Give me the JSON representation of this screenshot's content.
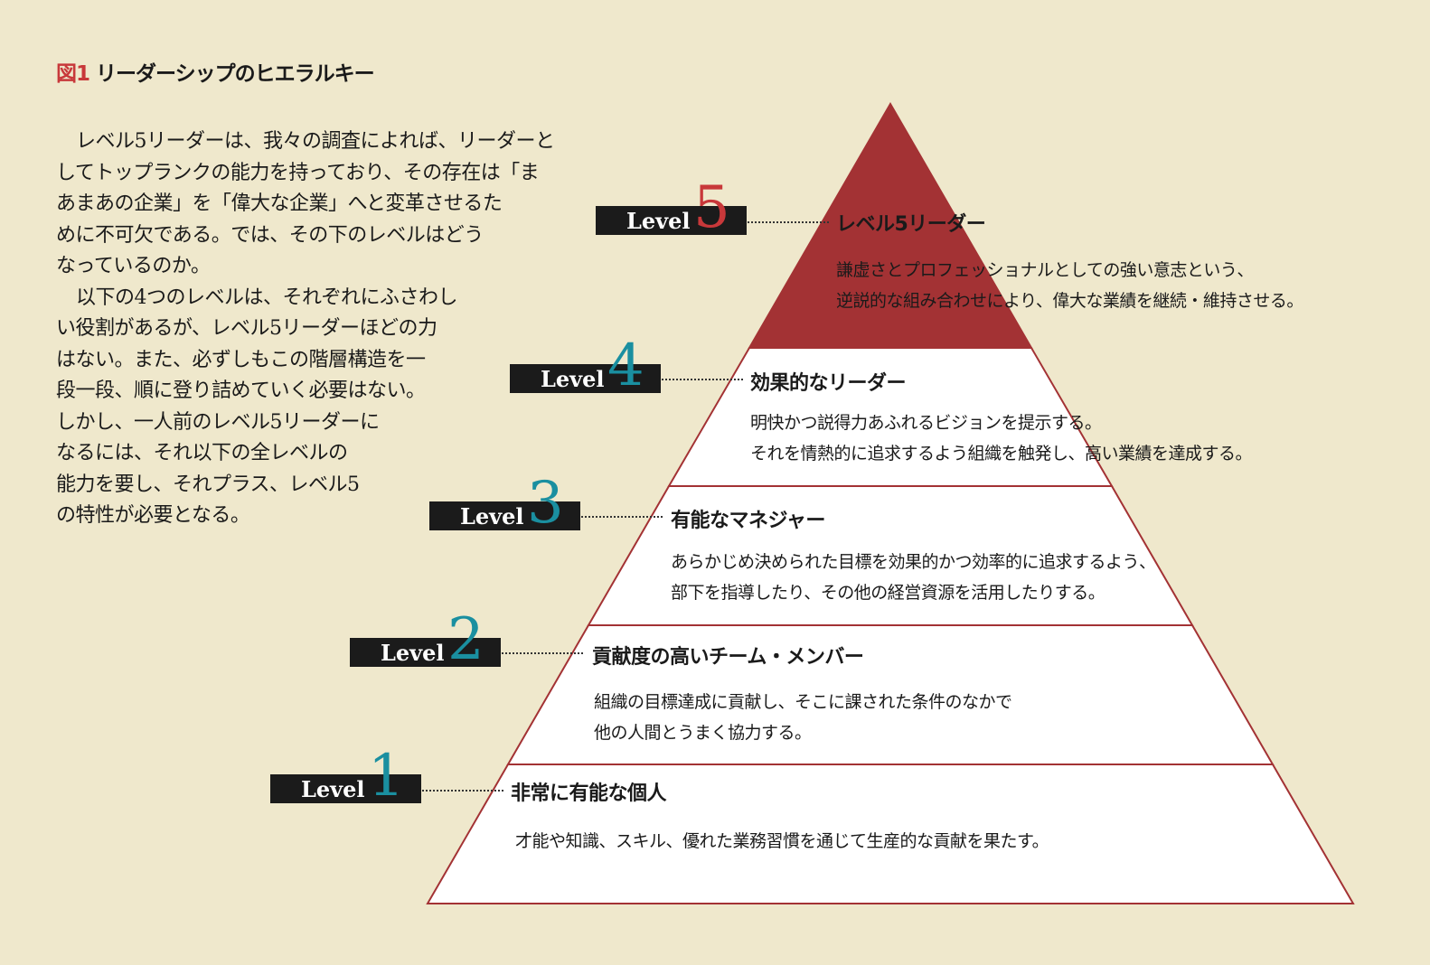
{
  "title": {
    "figure": "図1",
    "text": "リーダーシップのヒエラルキー"
  },
  "intro": [
    "レベル5リーダーは、我々の調査によれば、リーダーと\nしてトップランクの能力を持っており、その存在は「ま\nあまあの企業」を「偉大な企業」へと変革させるた\nめに不可欠である。では、その下のレベルはどう\nなっているのか。",
    "以下の4つのレベルは、それぞれにふさわし\nい役割があるが、レベル5リーダーほどの力\nはない。また、必ずしもこの階層構造を一\n段一段、順に登り詰めていく必要はない。\nしかし、一人前のレベル5リーダーに\nなるには、それ以下の全レベルの\n能力を要し、それプラス、レベル5\nの特性が必要となる。"
  ],
  "colors": {
    "background": "#efe8cc",
    "top": "#a33234",
    "accent": "#1a8fa0",
    "number5": "#c8383a"
  },
  "levels": [
    {
      "label": "Level",
      "number": "5",
      "title": "レベル5リーダー",
      "description": "謙虚さとプロフェッショナルとしての強い意志という、\n逆説的な組み合わせにより、偉大な業績を継続・維持させる。"
    },
    {
      "label": "Level",
      "number": "4",
      "title": "効果的なリーダー",
      "description": "明快かつ説得力あふれるビジョンを提示する。\nそれを情熱的に追求するよう組織を触発し、高い業績を達成する。"
    },
    {
      "label": "Level",
      "number": "3",
      "title": "有能なマネジャー",
      "description": "あらかじめ決められた目標を効果的かつ効率的に追求するよう、\n部下を指導したり、その他の経営資源を活用したりする。"
    },
    {
      "label": "Level",
      "number": "2",
      "title": "貢献度の高いチーム・メンバー",
      "description": "組織の目標達成に貢献し、そこに課された条件のなかで\n他の人間とうまく協力する。"
    },
    {
      "label": "Level",
      "number": "1",
      "title": "非常に有能な個人",
      "description": "才能や知識、スキル、優れた業務習慣を通じて生産的な貢献を果たす。"
    }
  ]
}
